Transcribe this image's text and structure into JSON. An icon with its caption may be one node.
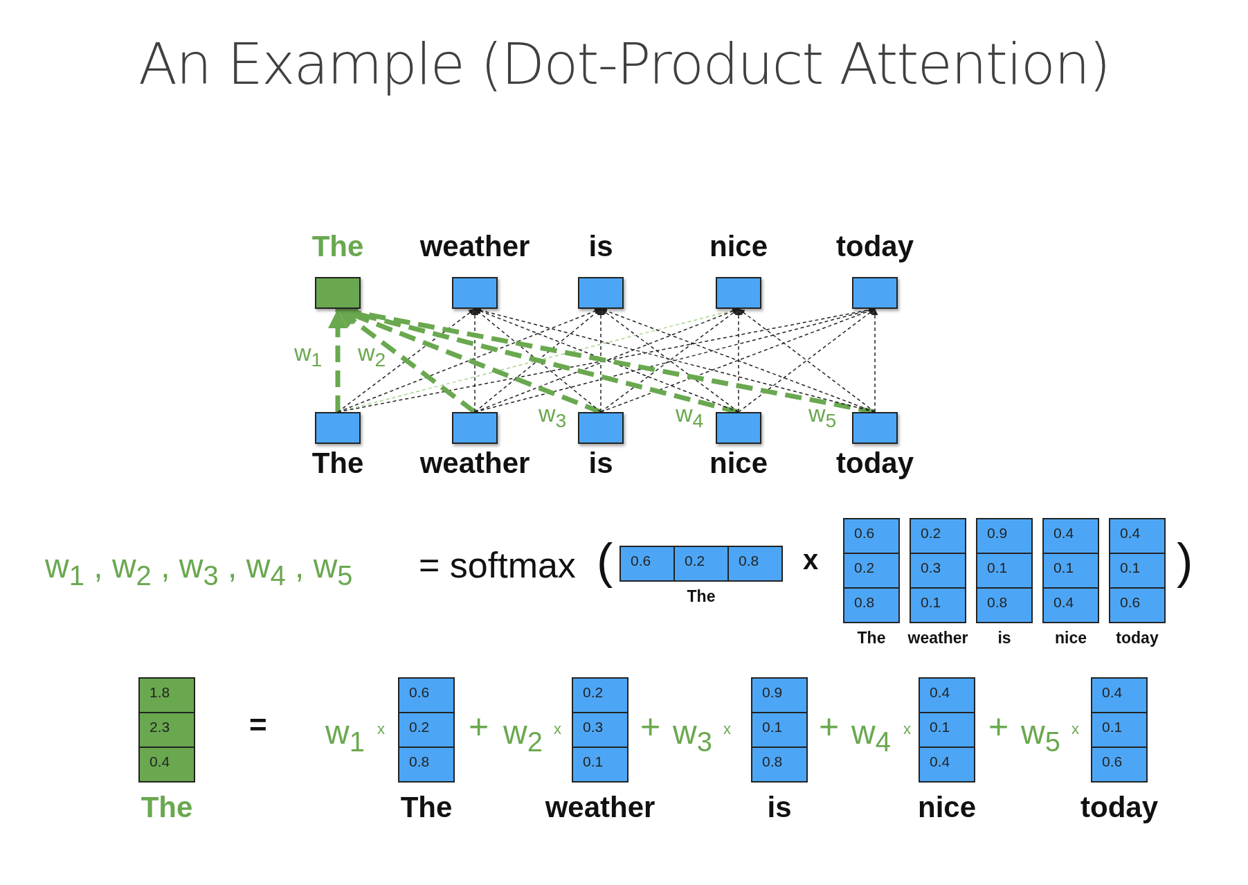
{
  "diagram": {
    "title": "An Example (Dot-Product Attention)",
    "nodes": [
      {
        "text": [
          "The"
        ]
      },
      {
        "text": [
          "weather"
        ]
      },
      {
        "text": [
          "is"
        ]
      },
      {
        "text": [
          "nice"
        ]
      },
      {
        "text": [
          "today"
        ]
      },
      {
        "text": [
          "The"
        ]
      },
      {
        "text": [
          "weather"
        ]
      },
      {
        "text": [
          "is"
        ]
      },
      {
        "text": [
          "nice"
        ]
      },
      {
        "text": [
          "today"
        ]
      },
      {
        "text": [
          "0.6",
          "0.2",
          "0.8",
          "The"
        ]
      },
      {
        "text": [
          "0.6",
          "0.2",
          "0.8",
          "The"
        ]
      },
      {
        "text": [
          "0.2",
          "0.3",
          "0.1",
          "weather"
        ]
      },
      {
        "text": [
          "0.9",
          "0.1",
          "0.8",
          "is"
        ]
      },
      {
        "text": [
          "0.4",
          "0.1",
          "0.4",
          "nice"
        ]
      },
      {
        "text": [
          "0.4",
          "0.1",
          "0.6",
          "today"
        ]
      },
      {
        "text": [
          "1.8",
          "2.3",
          "0.4",
          "The"
        ]
      },
      {
        "text": [
          "0.6",
          "0.2",
          "0.8",
          "The"
        ]
      },
      {
        "text": [
          "0.2",
          "0.3",
          "0.1",
          "weather"
        ]
      },
      {
        "text": [
          "0.9",
          "0.1",
          "0.8",
          "is"
        ]
      },
      {
        "text": [
          "0.4",
          "0.1",
          "0.4",
          "nice"
        ]
      },
      {
        "text": [
          "0.4",
          "0.1",
          "0.6",
          "today"
        ]
      }
    ],
    "edges": [
      {
        "from": 5,
        "to": 0,
        "arrow": "to",
        "style": "dashed",
        "color": "#6aa84f",
        "label": "w$_{1}$"
      },
      {
        "from": 5,
        "to": 1,
        "arrow": "to",
        "style": "dashed"
      },
      {
        "from": 5,
        "to": 2,
        "arrow": "to",
        "style": "dashed"
      },
      {
        "from": 5,
        "to": 3,
        "arrow": "to",
        "style": "dashed",
        "color": "#a9d18e"
      },
      {
        "from": 5,
        "to": 4,
        "arrow": "to",
        "style": "dashed"
      },
      {
        "from": 6,
        "to": 0,
        "arrow": "to",
        "style": "dashed",
        "color": "#6aa84f",
        "label": "w$_{2}$"
      },
      {
        "from": 6,
        "to": 1,
        "arrow": "to",
        "style": "dashed"
      },
      {
        "from": 6,
        "to": 2,
        "arrow": "to",
        "style": "dashed"
      },
      {
        "from": 6,
        "to": 3,
        "arrow": "to",
        "style": "dashed"
      },
      {
        "from": 6,
        "to": 4,
        "arrow": "to",
        "style": "dashed"
      },
      {
        "from": 7,
        "to": 0,
        "arrow": "to",
        "style": "dashed",
        "color": "#6aa84f",
        "label": "w$_{3}$"
      },
      {
        "from": 7,
        "to": 1,
        "arrow": "to",
        "style": "dashed"
      },
      {
        "from": 7,
        "to": 2,
        "arrow": "to",
        "style": "dashed"
      },
      {
        "from": 7,
        "to": 3,
        "arrow": "to",
        "style": "dashed"
      },
      {
        "from": 7,
        "to": 4,
        "arrow": "to",
        "style": "dashed"
      },
      {
        "from": 8,
        "to": 0,
        "arrow": "to",
        "style": "dashed",
        "color": "#6aa84f",
        "label": "w$_{4}$"
      },
      {
        "from": 8,
        "to": 1,
        "arrow": "to",
        "style": "dashed"
      },
      {
        "from": 8,
        "to": 2,
        "arrow": "to",
        "style": "dashed"
      },
      {
        "from": 8,
        "to": 3,
        "arrow": "to",
        "style": "dashed"
      },
      {
        "from": 8,
        "to": 4,
        "arrow": "to",
        "style": "dashed"
      },
      {
        "from": 9,
        "to": 0,
        "arrow": "to",
        "style": "dashed",
        "color": "#6aa84f",
        "label": "w$_{5}$"
      },
      {
        "from": 9,
        "to": 1,
        "arrow": "to",
        "style": "dashed"
      },
      {
        "from": 9,
        "to": 2,
        "arrow": "to",
        "style": "dashed"
      },
      {
        "from": 9,
        "to": 3,
        "arrow": "to",
        "style": "dashed"
      },
      {
        "from": 9,
        "to": 4,
        "arrow": "to",
        "style": "dashed"
      }
    ],
    "labels": [
      "w$_{1}$ , w$_{2}$ , w$_{3}$ , w$_{4}$ , w$_{5}$",
      "= softmax",
      "(",
      "x",
      ")",
      "=",
      "w$_{1}$",
      "x",
      "+",
      "w$_{2}$",
      "x",
      "+",
      "w$_{3}$",
      "x",
      "+",
      "w$_{4}$",
      "x",
      "+",
      "w$_{5}$",
      "x"
    ]
  }
}
